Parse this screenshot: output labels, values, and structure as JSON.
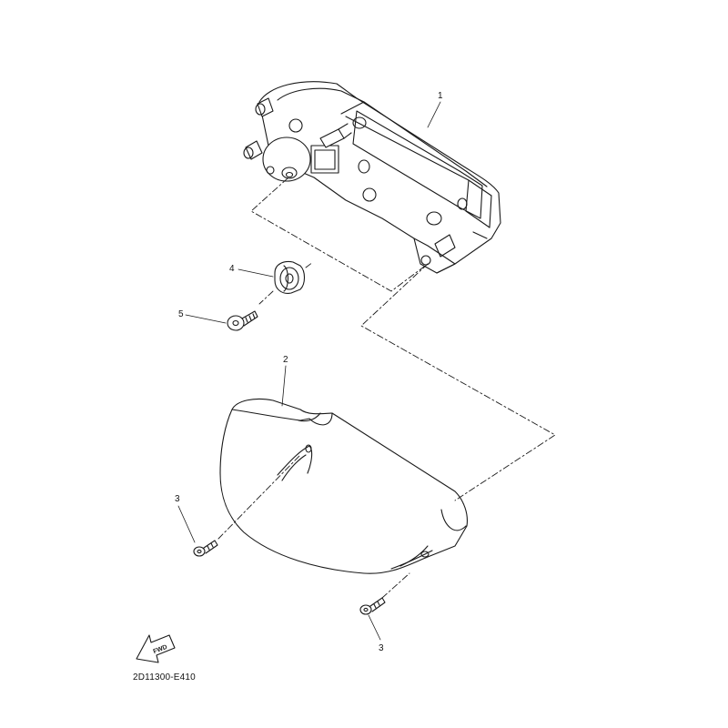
{
  "diagram": {
    "callouts": {
      "part_1": "1",
      "part_2": "2",
      "part_3_left": "3",
      "part_3_bottom": "3",
      "part_4": "4",
      "part_5": "5"
    },
    "forward_badge": "FWD",
    "drawing_code": "2D11300-E410"
  },
  "colors": {
    "line": "#1a1a1a",
    "background": "#ffffff"
  }
}
